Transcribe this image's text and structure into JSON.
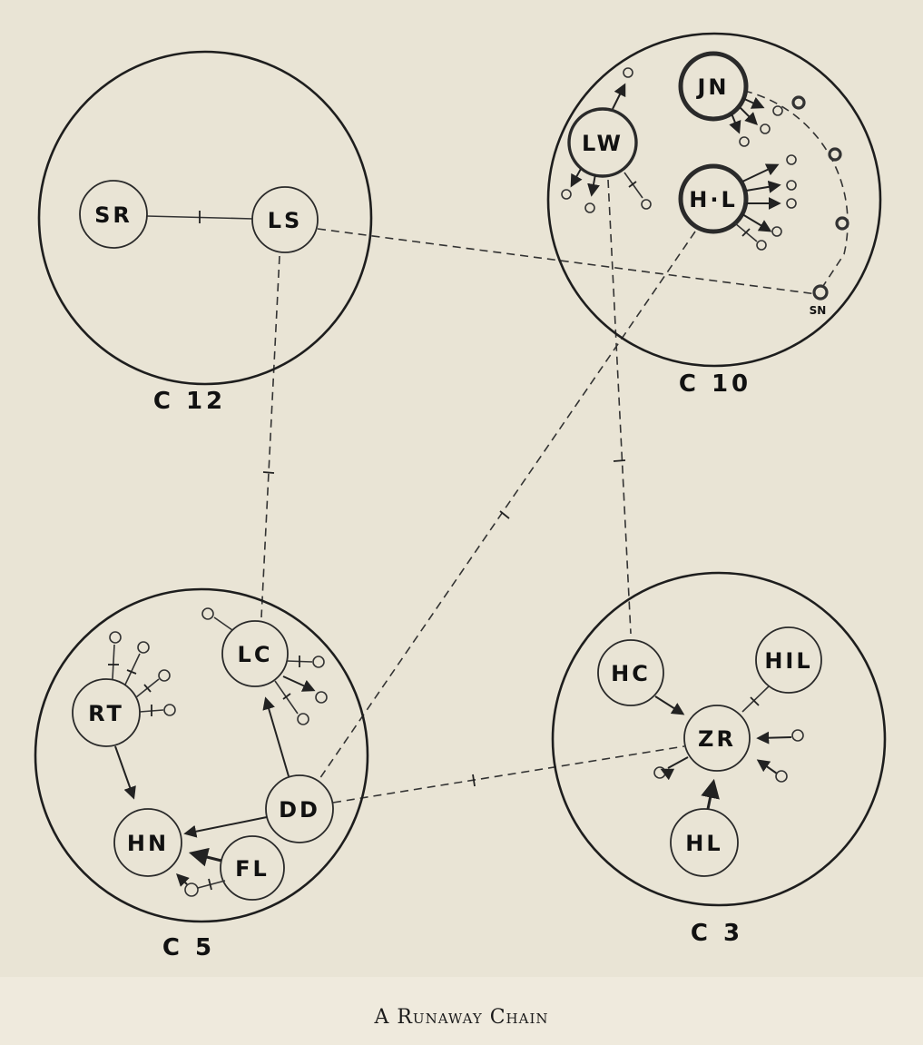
{
  "caption": "A Runaway Chain",
  "groups": [
    {
      "id": "c12",
      "label": "C 12"
    },
    {
      "id": "c10",
      "label": "C 10"
    },
    {
      "id": "c5",
      "label": "C 5"
    },
    {
      "id": "c3",
      "label": "C 3"
    }
  ],
  "nodes": {
    "SR": "SR",
    "LS": "LS",
    "LW": "LW",
    "JN": "JN",
    "HL_c10": "H·L",
    "SN": "SN",
    "LC": "LC",
    "RT": "RT",
    "HN": "HN",
    "DD": "DD",
    "FL": "FL",
    "HC": "HC",
    "HIL": "HIL",
    "ZR": "ZR",
    "HL_c3": "HL"
  },
  "colors": {
    "ink": "#1e1e1e",
    "paper": "#e9e4d5",
    "margin": "#efeadd"
  }
}
